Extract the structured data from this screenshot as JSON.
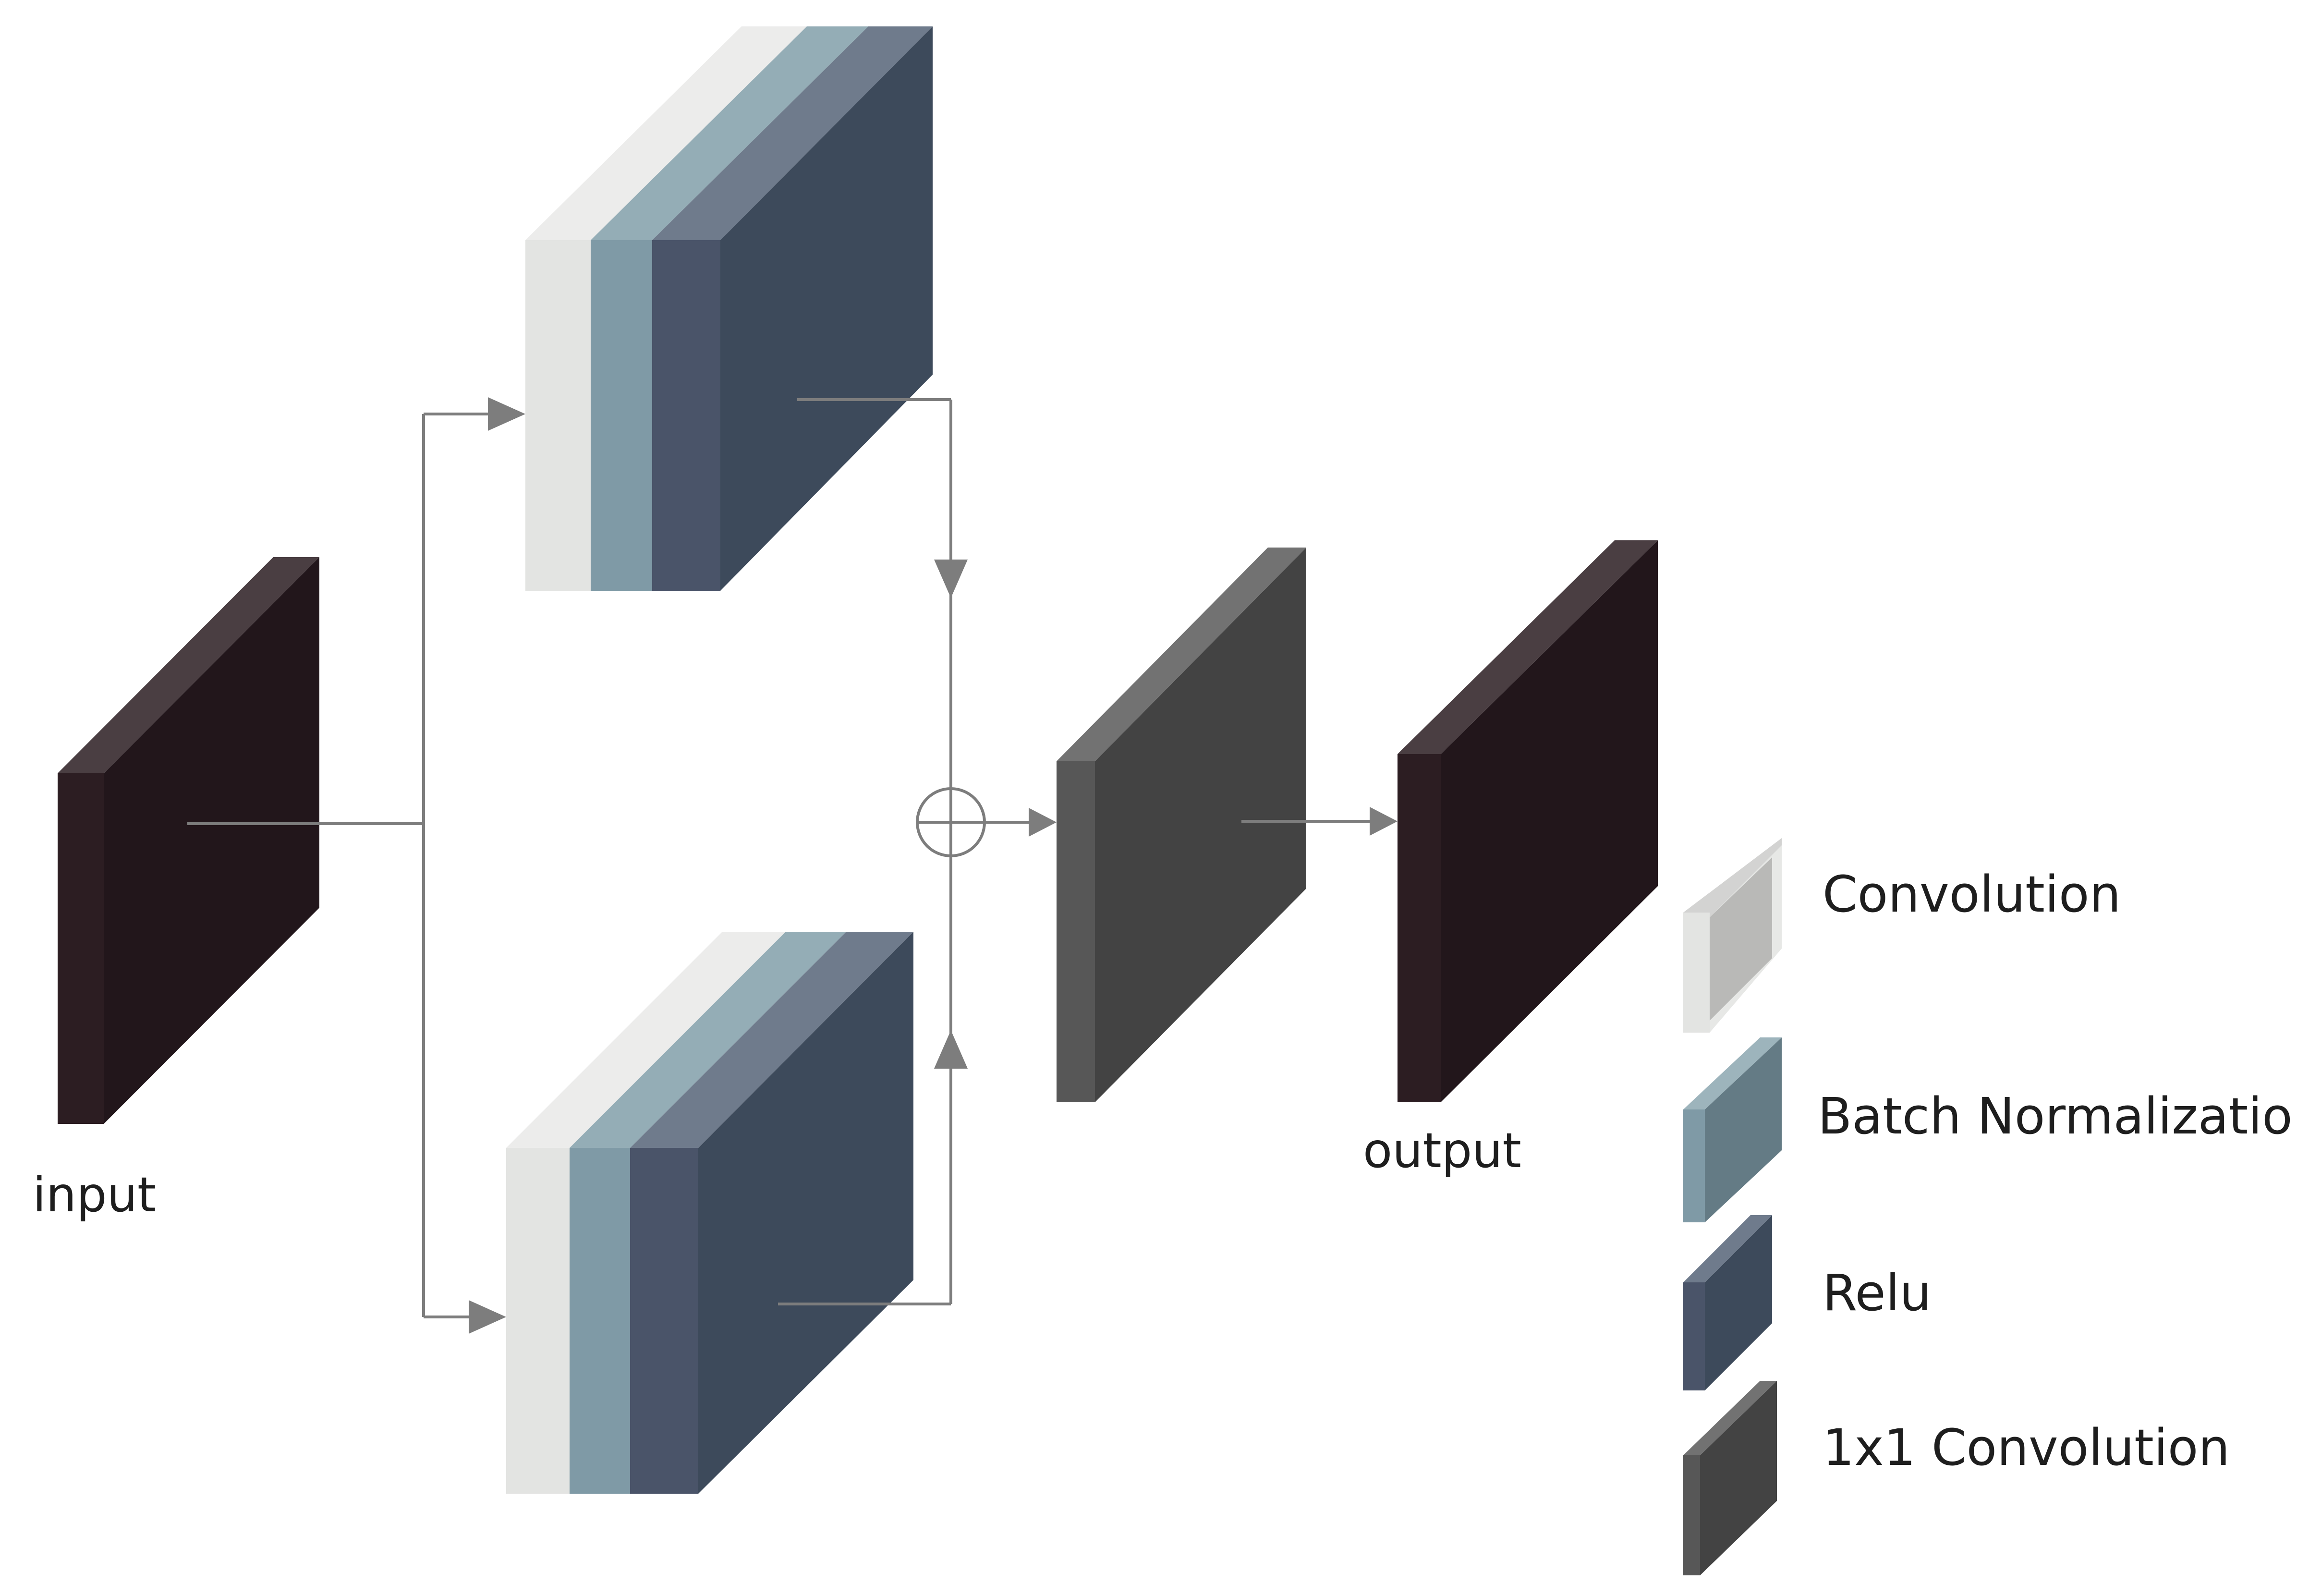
{
  "labels": {
    "input": "input",
    "output": "output"
  },
  "legend": [
    {
      "label": "Convolution",
      "icon": "convolution-swatch",
      "color": "#e3e4e2"
    },
    {
      "label": "Batch Normalization",
      "icon": "batch-normalization-swatch",
      "color": "#7f9aa6"
    },
    {
      "label": "Relu",
      "icon": "relu-swatch",
      "color": "#4a5469"
    },
    {
      "label": "1x1 Convolution",
      "icon": "conv1x1-swatch",
      "color": "#454545"
    }
  ],
  "colors": {
    "tensor_dark": "#22161b",
    "conv": "#e3e4e2",
    "batch_norm": "#7f9aa6",
    "relu": "#4a5469",
    "conv1x1": "#454545",
    "wire": "#7d7d7d"
  }
}
